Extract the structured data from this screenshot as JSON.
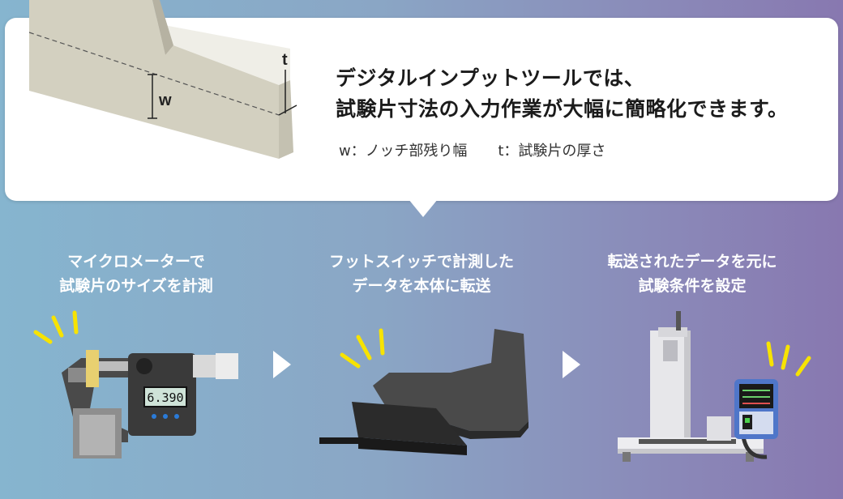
{
  "specimen": {
    "t_label": "t",
    "w_label": "w"
  },
  "headline": {
    "line1": "デジタルインプットツールでは、",
    "line2": "試験片寸法の入力作業が大幅に簡略化できます。"
  },
  "legend": {
    "w": "w：ノッチ部残り幅",
    "t": "t：試験片の厚さ"
  },
  "steps": [
    {
      "line1": "マイクロメーターで",
      "line2": "試験片のサイズを計測"
    },
    {
      "line1": "フットスイッチで計測した",
      "line2": "データを本体に転送"
    },
    {
      "line1": "転送されたデータを元に",
      "line2": "試験条件を設定"
    }
  ],
  "micrometer": {
    "display": "6.390"
  },
  "colors": {
    "accent_yellow": "#f7e300",
    "bg_left": "#86b5cf",
    "bg_right": "#8878b0"
  }
}
